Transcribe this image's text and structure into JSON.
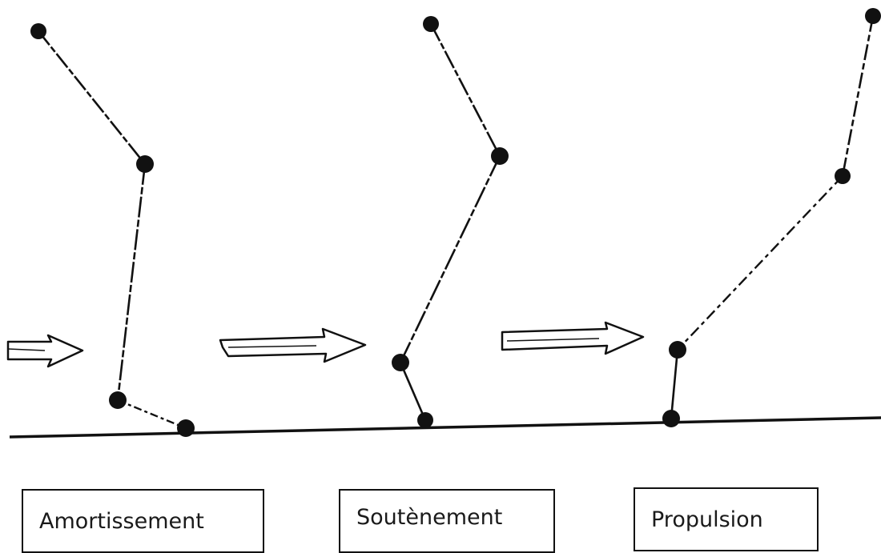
{
  "phases": [
    {
      "label": "Amortissement"
    },
    {
      "label": "Soutènement"
    },
    {
      "label": "Propulsion"
    }
  ],
  "colors": {
    "ink": "#111111",
    "background": "#ffffff"
  },
  "icons": [
    "direction-arrow-icon",
    "joint-marker-icon"
  ]
}
